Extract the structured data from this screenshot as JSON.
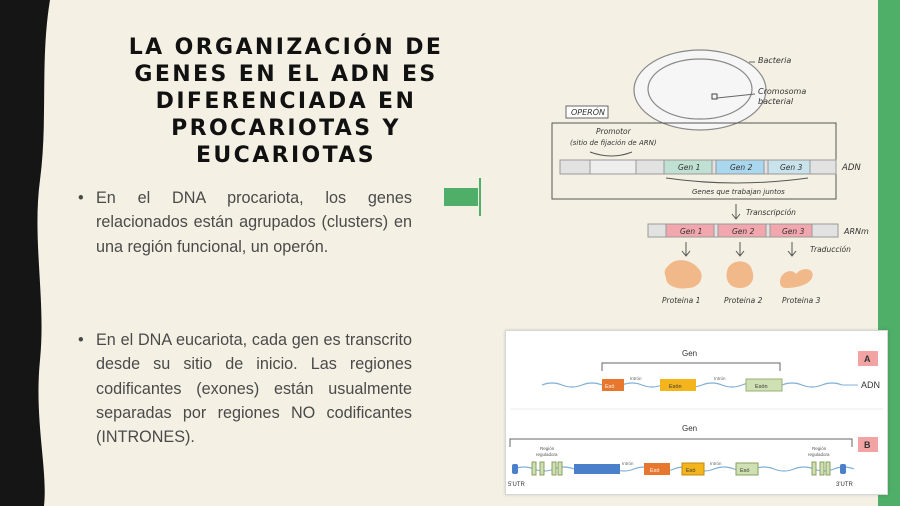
{
  "title": "LA ORGANIZACIÓN DE GENES EN EL ADN ES DIFERENCIADA EN PROCARIOTAS Y EUCARIOTAS",
  "bullets": [
    {
      "marker": "•",
      "text": "En el DNA procariota, los genes relacionados están agrupados (clusters) en una región funcional, un operón."
    },
    {
      "marker": "•",
      "text": "En el DNA eucariota, cada gen es transcrito desde su sitio de inicio. Las regiones codificantes (exones) están usualmente separadas por regiones NO codificantes (INTRONES)."
    }
  ],
  "operon_figure": {
    "bacteria": "Bacteria",
    "chromosome_line1": "Cromosoma",
    "chromosome_line2": "bacterial",
    "operon": "OPERÓN",
    "promoter": "Promotor",
    "promoter_site": "(sitio de fijación de ARN)",
    "genes": [
      "Gen 1",
      "Gen 2",
      "Gen 3"
    ],
    "dna": "ADN",
    "genes_together": "Genes que trabajan juntos",
    "transcription": "Transcripción",
    "mrna": "ARNm",
    "translation": "Traducción",
    "proteins": [
      "Proteina 1",
      "Proteina 2",
      "Proteina 3"
    ],
    "colors": {
      "gene1": "#bfe0d2",
      "gene2": "#a9d7ee",
      "gene3": "#c8e3ec",
      "mrna": "#f2a7ae",
      "protein": "#f1b98a"
    }
  },
  "eukaryote_figure": {
    "gene_a": "Gen",
    "gene_b": "Gen",
    "badge_a": "A",
    "badge_b": "B",
    "adn": "ADN",
    "exon_a": [
      "Exó",
      "Exón",
      "Exón"
    ],
    "intron_a": [
      "Intrón",
      "Intrón"
    ],
    "regulatory_left_1": "Región",
    "regulatory_left_2": "reguladora",
    "regulatory_right_1": "Región",
    "regulatory_right_2": "reguladora",
    "exon_b": [
      "Exó",
      "Exó",
      "Exó"
    ],
    "intron_b": [
      "Intrón",
      "Intrón"
    ],
    "utr5": "5'UTR",
    "utr3": "3'UTR",
    "colors": {
      "exon_orange": "#e8772e",
      "exon_yellow": "#f4b41c",
      "exon_green": "#cfe0b2",
      "badge": "#f2a4a4",
      "blue": "#4a7fc9"
    }
  }
}
